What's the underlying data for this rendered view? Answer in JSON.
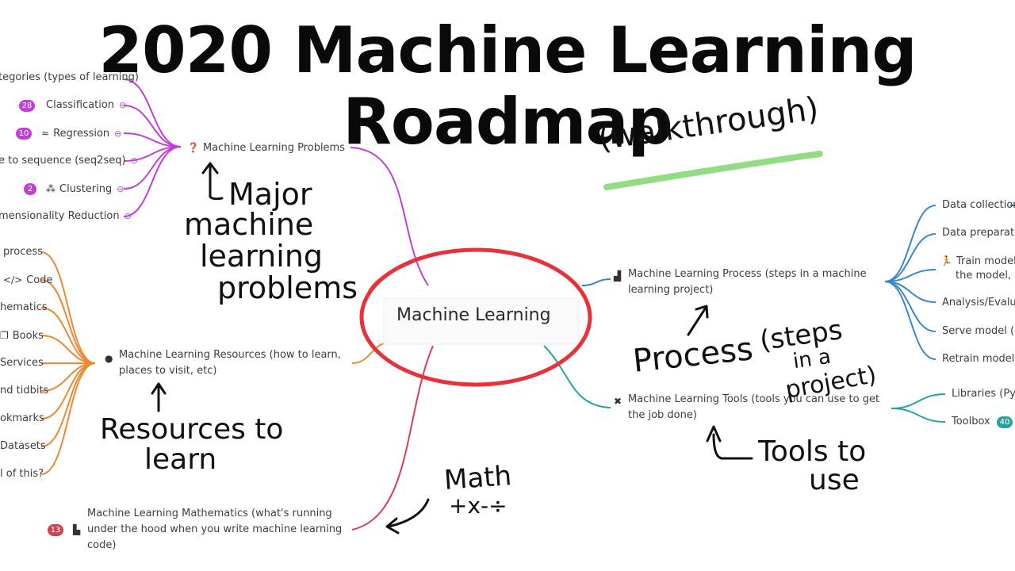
{
  "title": {
    "line1": "2020 Machine Learning",
    "line2": "Roadmap",
    "subtitle": "(walkthrough)"
  },
  "colors": {
    "problems": "#c23fd6",
    "resources": "#ec8a33",
    "math": "#d64055",
    "process": "#3b86c8",
    "tools": "#22a39b",
    "highlight": "#7fd66d",
    "circle": "#e8323a"
  },
  "center": {
    "label": "Machine Learning"
  },
  "branches": {
    "problems": {
      "label": "Machine Learning Problems",
      "icon": "question-circle-icon",
      "children": [
        {
          "label": "tegories (types of learning)",
          "badge": ""
        },
        {
          "label": "Classification",
          "badge": "28"
        },
        {
          "label": "Regression",
          "badge": "10",
          "icon": "trend-icon"
        },
        {
          "label": "e to sequence (seq2seq)",
          "badge": ""
        },
        {
          "label": "Clustering",
          "badge": "2",
          "icon": "hierarchy-icon"
        },
        {
          "label": "mensionality Reduction",
          "badge": ""
        }
      ]
    },
    "resources": {
      "label": "Machine Learning Resources (how to learn, places to visit, etc)",
      "icon": "brain-icon",
      "children": [
        {
          "label": "process"
        },
        {
          "label": "Code",
          "icon": "code-icon"
        },
        {
          "label": "hematics"
        },
        {
          "label": "Books",
          "icon": "book-icon"
        },
        {
          "label": "Services"
        },
        {
          "label": "nd tidbits"
        },
        {
          "label": "okmarks"
        },
        {
          "label": "Datasets"
        },
        {
          "label": "l of this?"
        }
      ]
    },
    "math": {
      "label": "Machine Learning Mathematics (what's running under the hood when you write machine learning code)",
      "badge": "13",
      "icon": "chart-icon"
    },
    "process": {
      "label": "Machine Learning Process (steps in a machine learning project)",
      "icon": "stairs-icon",
      "children": [
        {
          "label": "Data collection"
        },
        {
          "label": "Data preparation"
        },
        {
          "label": "Train model o",
          "label2": "the model, re",
          "icon": "runner-icon"
        },
        {
          "label": "Analysis/Evalua"
        },
        {
          "label": "Serve model (de"
        },
        {
          "label": "Retrain model"
        }
      ]
    },
    "tools": {
      "label": "Machine Learning Tools (tools you can use to get the job done)",
      "icon": "tools-icon",
      "children": [
        {
          "label": "Libraries (Pyth"
        },
        {
          "label": "Toolbox",
          "badge": "40"
        }
      ]
    }
  },
  "annotations": {
    "problems": [
      "Major",
      "machine",
      "learning",
      "problems"
    ],
    "resources": [
      "Resources to",
      "learn"
    ],
    "math": [
      "Math",
      "+x-÷"
    ],
    "process": [
      "Process",
      "(steps",
      "in a",
      "project)"
    ],
    "tools": [
      "Tools to",
      "use"
    ]
  }
}
